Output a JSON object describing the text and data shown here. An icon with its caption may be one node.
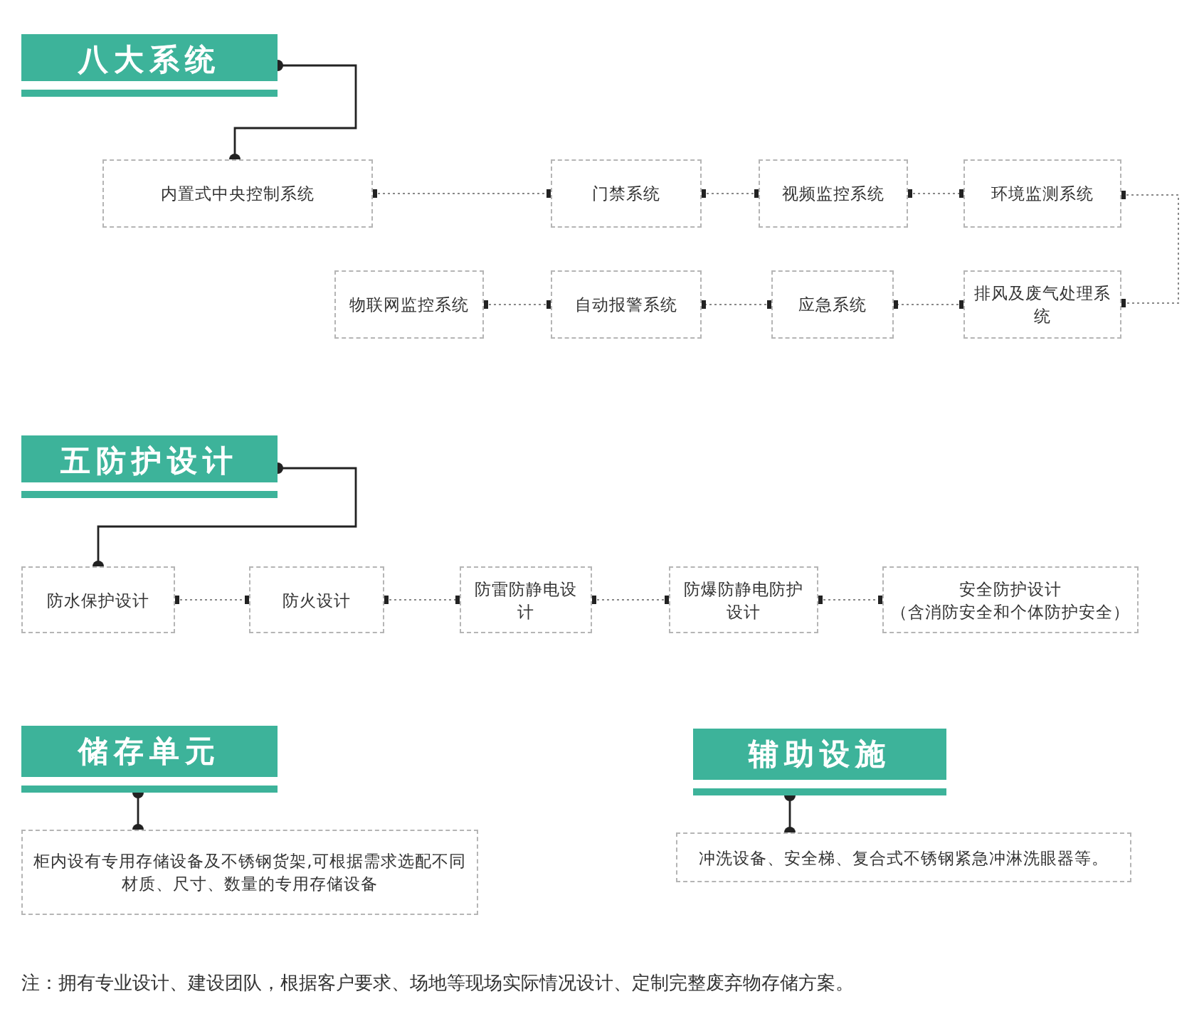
{
  "diagram": {
    "nodes": [
      {
        "text": [
          "八大系统"
        ]
      },
      {
        "text": [
          "内置式中央控制系统"
        ]
      },
      {
        "text": [
          "门禁系统"
        ]
      },
      {
        "text": [
          "视频监控系统"
        ]
      },
      {
        "text": [
          "环境监测系统"
        ]
      },
      {
        "text": [
          "物联网监控系统"
        ]
      },
      {
        "text": [
          "自动报警系统"
        ]
      },
      {
        "text": [
          "应急系统"
        ]
      },
      {
        "text": [
          "排风及废气处理系统"
        ]
      },
      {
        "text": [
          "五防护设计"
        ]
      },
      {
        "text": [
          "防水保护设计"
        ]
      },
      {
        "text": [
          "防火设计"
        ]
      },
      {
        "text": [
          "防雷防静电设计"
        ]
      },
      {
        "text": [
          "防爆防静电防护设计"
        ]
      },
      {
        "text": [
          "安全防护设计",
          "（含消防安全和个体防护安全）"
        ]
      },
      {
        "text": [
          "储存单元"
        ]
      },
      {
        "text": [
          "柜内设有专用存储设备及不锈钢货架,可根据需求选配不同材质、尺寸、数量的专用存储设备"
        ]
      },
      {
        "text": [
          "辅助设施"
        ]
      },
      {
        "text": [
          "冲洗设备、安全梯、复合式不锈钢紧急冲淋洗眼器等。"
        ]
      }
    ],
    "edges": [
      {
        "from": 0,
        "to": 1,
        "arrow": "other",
        "color": "#222222"
      },
      {
        "from": 1,
        "to": 2,
        "arrow": "other",
        "style": "dashed"
      },
      {
        "from": 2,
        "to": 3,
        "arrow": "other",
        "style": "dashed"
      },
      {
        "from": 3,
        "to": 4,
        "arrow": "other",
        "style": "dashed"
      },
      {
        "from": 4,
        "to": 8,
        "arrow": "other",
        "style": "dashed"
      },
      {
        "from": 8,
        "to": 7,
        "arrow": "other",
        "style": "dashed"
      },
      {
        "from": 7,
        "to": 6,
        "arrow": "other",
        "style": "dashed"
      },
      {
        "from": 6,
        "to": 5,
        "arrow": "other",
        "style": "dashed"
      },
      {
        "from": 9,
        "to": 10,
        "arrow": "other",
        "color": "#222222"
      },
      {
        "from": 10,
        "to": 11,
        "arrow": "other",
        "style": "dashed"
      },
      {
        "from": 11,
        "to": 12,
        "arrow": "other",
        "style": "dashed"
      },
      {
        "from": 12,
        "to": 13,
        "arrow": "other",
        "style": "dashed"
      },
      {
        "from": 13,
        "to": 14,
        "arrow": "other",
        "style": "dashed"
      },
      {
        "from": 15,
        "to": 16,
        "arrow": "other",
        "color": "#222222"
      },
      {
        "from": 17,
        "to": 18,
        "arrow": "other",
        "color": "#222222"
      }
    ],
    "labels": [
      "注：拥有专业设计、建设团队，根据客户要求、场地等现场实际情况设计、定制完整废弃物存储方案。"
    ]
  }
}
